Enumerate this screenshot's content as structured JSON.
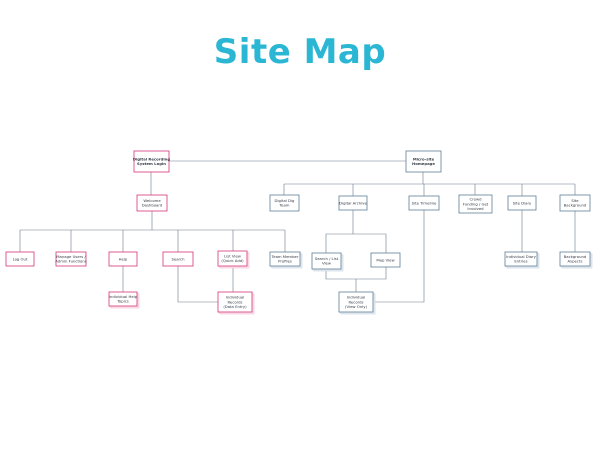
{
  "title": "Site Map",
  "colors": {
    "title": "#2bb7d4",
    "pink": "#d6367a",
    "pink_shadow": "#f3bfd3",
    "blue": "#5f7e96",
    "blue_shadow": "#c8d6e1",
    "line": "#6b7a89"
  },
  "nodes": {
    "login": [
      "Digital Recording",
      "System Login"
    ],
    "homepage": [
      "Micro-site",
      "Homepage"
    ],
    "dashboard": [
      "Welcome",
      "Dashboard"
    ],
    "logout": [
      "Log Out"
    ],
    "manage_users": [
      "Manage Users /",
      "Admin Functions"
    ],
    "help": [
      "Help"
    ],
    "search": [
      "Search"
    ],
    "list_view": [
      "List View",
      "(Quick Add)"
    ],
    "help_topics": [
      "Individual Help",
      "Topics"
    ],
    "records_entry": [
      "Individual",
      "Records",
      "(Data Entry)"
    ],
    "dig_team": [
      "Digital Dig",
      "Team"
    ],
    "team_profiles": [
      "Team Member",
      "Profiles"
    ],
    "digital_archive": [
      "Digital Archive"
    ],
    "search_list": [
      "Search / List",
      "View"
    ],
    "map_view": [
      "Map View"
    ],
    "records_view": [
      "Individual",
      "Records",
      "(View Only)"
    ],
    "timeline": [
      "Site Timeline"
    ],
    "crowd_funding": [
      "Crowd",
      "Funding / Get",
      "Involved"
    ],
    "site_diary": [
      "Site Diary"
    ],
    "diary_entries": [
      "Individual Diary",
      "Entries"
    ],
    "site_background": [
      "Site",
      "Background"
    ],
    "background_aspects": [
      "Background",
      "Aspects"
    ]
  }
}
